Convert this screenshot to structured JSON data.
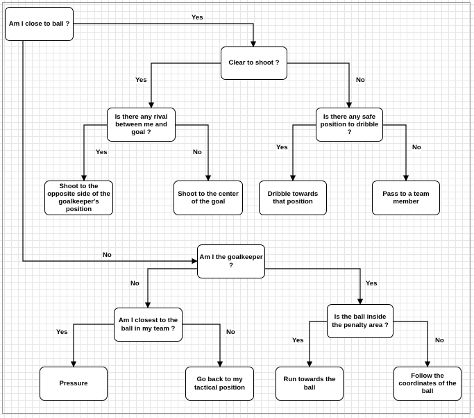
{
  "nodes": {
    "close_to_ball": "Am I close to ball ?",
    "clear_to_shoot": "Clear to shoot ?",
    "rival_between": "Is there any rival between me and goal ?",
    "safe_dribble": "Is there any safe position to dribble ?",
    "shoot_opposite": "Shoot to the opposite side of the goalkeeper's position",
    "shoot_center": "Shoot to the center of the goal",
    "dribble_towards": "Dribble towards that position",
    "pass_team": "Pass to a team member",
    "goalkeeper": "Am I the goalkeeper ?",
    "closest_in_team": "Am I closest to the ball in my team ?",
    "ball_in_penalty": "Is the ball inside the penalty area ?",
    "pressure": "Pressure",
    "go_back": "Go back to my tactical position",
    "run_towards": "Run towards the ball",
    "follow_coords": "Follow the coordinates of the ball"
  },
  "edges": {
    "close_yes": "Yes",
    "close_no": "No",
    "clear_yes": "Yes",
    "clear_no": "No",
    "rival_yes": "Yes",
    "rival_no": "No",
    "safe_yes": "Yes",
    "safe_no": "No",
    "gk_no": "No",
    "gk_yes": "Yes",
    "closest_yes": "Yes",
    "closest_no": "No",
    "penalty_yes": "Yes",
    "penalty_no": "No"
  },
  "colors": {
    "line": "#000000",
    "grid": "#e6e6e6",
    "box_border": "#000000"
  }
}
